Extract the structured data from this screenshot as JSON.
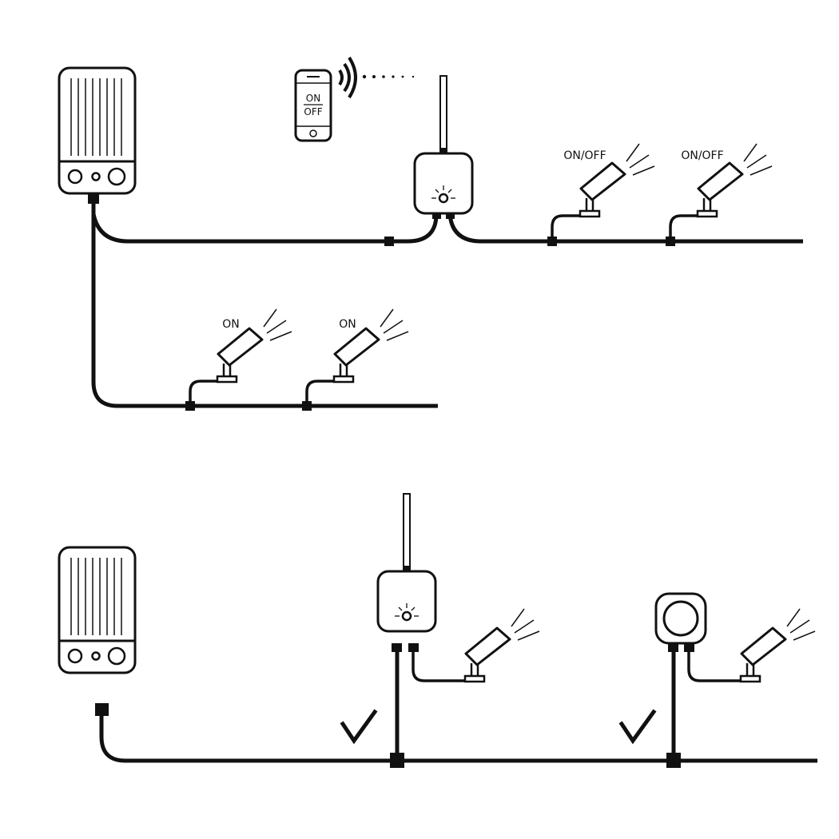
{
  "colors": {
    "stroke": "#111111",
    "background": "#ffffff"
  },
  "phone": {
    "on_label": "ON",
    "off_label": "OFF"
  },
  "top_diagram": {
    "switched_lights": [
      {
        "label": "ON/OFF"
      },
      {
        "label": "ON/OFF"
      }
    ],
    "always_on_lights": [
      {
        "label": "ON"
      },
      {
        "label": "ON"
      }
    ]
  },
  "icons": {
    "transformer": "transformer-icon",
    "smart_switch": "smart-switch-icon",
    "phone": "smartphone-icon",
    "wifi": "wifi-signal-icon",
    "spotlight": "spotlight-icon",
    "check": "checkmark-icon",
    "round_module": "round-module-icon"
  }
}
